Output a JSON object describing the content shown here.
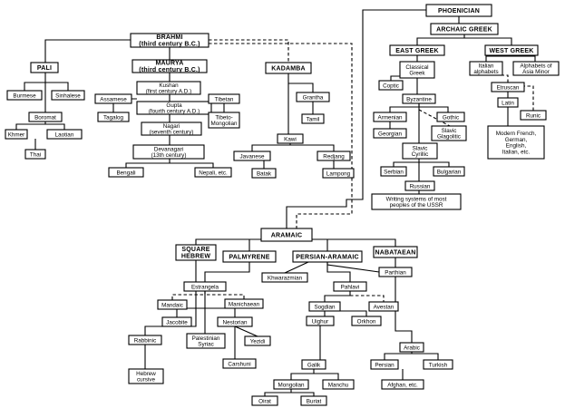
{
  "nodes": {
    "phoenician": {
      "lines": [
        "PHOENICIAN"
      ]
    },
    "archaic_greek": {
      "lines": [
        "ARCHAIC GREEK"
      ]
    },
    "east_greek": {
      "lines": [
        "EAST GREEK"
      ]
    },
    "west_greek": {
      "lines": [
        "WEST GREEK"
      ]
    },
    "classical_greek": {
      "lines": [
        "Classical",
        "Greek"
      ]
    },
    "coptic": {
      "lines": [
        "Coptic"
      ]
    },
    "byzantine": {
      "lines": [
        "Byzantine"
      ]
    },
    "armenian": {
      "lines": [
        "Armenian"
      ]
    },
    "georgian": {
      "lines": [
        "Georgian"
      ]
    },
    "gothic": {
      "lines": [
        "Gothic"
      ]
    },
    "slavic_glagolitic": {
      "lines": [
        "Slavic",
        "Glagolitic"
      ]
    },
    "slavic_cyrillic": {
      "lines": [
        "Slavic",
        "Cyrillic"
      ]
    },
    "serbian": {
      "lines": [
        "Serbian"
      ]
    },
    "bulgarian": {
      "lines": [
        "Bulgarian"
      ]
    },
    "russian": {
      "lines": [
        "Russian"
      ]
    },
    "ussr": {
      "lines": [
        "Writing systems of most",
        "peoples of the USSR"
      ]
    },
    "italian_alphabets": {
      "lines": [
        "Italian",
        "alphabets"
      ]
    },
    "asia_minor": {
      "lines": [
        "Alphabets of",
        "Asia Minor"
      ]
    },
    "etruscan": {
      "lines": [
        "Etruscan"
      ]
    },
    "latin": {
      "lines": [
        "Latin"
      ]
    },
    "runic": {
      "lines": [
        "Runic"
      ]
    },
    "modern_french": {
      "lines": [
        "Modern French,",
        "German,",
        "English,",
        "Italian, etc."
      ]
    },
    "brahmi": {
      "lines": [
        "BRAHMI",
        "(third century B.C.)"
      ]
    },
    "pali": {
      "lines": [
        "PALI"
      ]
    },
    "maurya": {
      "lines": [
        "MAURYA",
        "(third century B.C.)"
      ]
    },
    "kadamba": {
      "lines": [
        "KADAMBA"
      ]
    },
    "burmese": {
      "lines": [
        "Burmese"
      ]
    },
    "sinhalese": {
      "lines": [
        "Sinhalese"
      ]
    },
    "boromat": {
      "lines": [
        "Boromat"
      ]
    },
    "khmer": {
      "lines": [
        "Khmer"
      ]
    },
    "laotian": {
      "lines": [
        "Laotian"
      ]
    },
    "thai": {
      "lines": [
        "Thai"
      ]
    },
    "kushan": {
      "lines": [
        "Kushan",
        "(first century A.D.)"
      ]
    },
    "assamese": {
      "lines": [
        "Assamese"
      ]
    },
    "tagalog": {
      "lines": [
        "Tagalog"
      ]
    },
    "gupta": {
      "lines": [
        "Gupta",
        "(fourth century A.D.)"
      ]
    },
    "tibetan": {
      "lines": [
        "Tibetan"
      ]
    },
    "tibeto_mongolian": {
      "lines": [
        "Tibeto-",
        "Mongolian"
      ]
    },
    "nagari": {
      "lines": [
        "Nagari",
        "(seventh century)"
      ]
    },
    "devanagari": {
      "lines": [
        "Devanagari",
        "(13th century)"
      ]
    },
    "bengali": {
      "lines": [
        "Bengali"
      ]
    },
    "nepali": {
      "lines": [
        "Nepali, etc."
      ]
    },
    "grantha": {
      "lines": [
        "Grantha"
      ]
    },
    "tamil": {
      "lines": [
        "Tamil"
      ]
    },
    "kawi": {
      "lines": [
        "Kawi"
      ]
    },
    "javanese": {
      "lines": [
        "Javanese"
      ]
    },
    "batak": {
      "lines": [
        "Batak"
      ]
    },
    "redjang": {
      "lines": [
        "Redjang"
      ]
    },
    "lampong": {
      "lines": [
        "Lampong"
      ]
    },
    "aramaic": {
      "lines": [
        "ARAMAIC"
      ]
    },
    "square_hebrew": {
      "lines": [
        "SQUARE",
        "HEBREW"
      ]
    },
    "palmyrene": {
      "lines": [
        "PALMYRENE"
      ]
    },
    "persian_aramaic": {
      "lines": [
        "PERSIAN-ARAMAIC"
      ]
    },
    "nabataean": {
      "lines": [
        "NABATAEAN"
      ]
    },
    "khwarazmian": {
      "lines": [
        "Khwarazmian"
      ]
    },
    "parthian": {
      "lines": [
        "Parthian"
      ]
    },
    "estrangela": {
      "lines": [
        "Estrangela"
      ]
    },
    "mandaic": {
      "lines": [
        "Mandaic"
      ]
    },
    "manichaean": {
      "lines": [
        "Manichaean"
      ]
    },
    "jacobite": {
      "lines": [
        "Jacobite"
      ]
    },
    "nestorian": {
      "lines": [
        "Nestorian"
      ]
    },
    "palestinian_syriac": {
      "lines": [
        "Palestinian",
        "Syriac"
      ]
    },
    "yezidi": {
      "lines": [
        "Yezidi"
      ]
    },
    "carshuni": {
      "lines": [
        "Carshuni"
      ]
    },
    "rabbinic": {
      "lines": [
        "Rabbinic"
      ]
    },
    "hebrew_cursive": {
      "lines": [
        "Hebrew",
        "cursive"
      ]
    },
    "pahlavi": {
      "lines": [
        "Pahlavi"
      ]
    },
    "sogdian": {
      "lines": [
        "Sogdian"
      ]
    },
    "avestan": {
      "lines": [
        "Avestan"
      ]
    },
    "uighur": {
      "lines": [
        "Uighur"
      ]
    },
    "orkhon": {
      "lines": [
        "Orkhon"
      ]
    },
    "galik": {
      "lines": [
        "Galik"
      ]
    },
    "mongolian": {
      "lines": [
        "Mongolian"
      ]
    },
    "manchu": {
      "lines": [
        "Manchu"
      ]
    },
    "oirat": {
      "lines": [
        "Oirat"
      ]
    },
    "buriat": {
      "lines": [
        "Buriat"
      ]
    },
    "arabic": {
      "lines": [
        "Arabic"
      ]
    },
    "persian": {
      "lines": [
        "Persian"
      ]
    },
    "turkish": {
      "lines": [
        "Turkish"
      ]
    },
    "afghan": {
      "lines": [
        "Afghan, etc."
      ]
    }
  }
}
